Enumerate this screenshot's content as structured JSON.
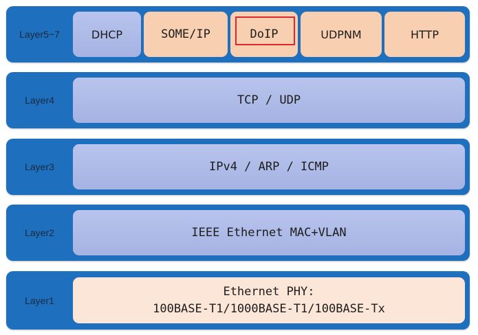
{
  "layers": [
    {
      "label": "Layer5~7",
      "protocols": [
        {
          "name": "DHCP",
          "style": "blue"
        },
        {
          "name": "SOME/IP",
          "style": "peach"
        },
        {
          "name": "DoIP",
          "style": "peach",
          "highlighted": true
        },
        {
          "name": "UDPNM",
          "style": "peach"
        },
        {
          "name": "HTTP",
          "style": "peach"
        }
      ]
    },
    {
      "label": "Layer4",
      "protocols": [
        {
          "name": "TCP / UDP",
          "style": "blue"
        }
      ]
    },
    {
      "label": "Layer3",
      "protocols": [
        {
          "name": "IPv4 / ARP / ICMP",
          "style": "blue"
        }
      ]
    },
    {
      "label": "Layer2",
      "protocols": [
        {
          "name": "IEEE Ethernet MAC+VLAN",
          "style": "blue"
        }
      ]
    },
    {
      "label": "Layer1",
      "protocols": [
        {
          "name": "Ethernet PHY:\n100BASE-T1/1000BASE-T1/100BASE-Tx",
          "style": "light-peach"
        }
      ]
    }
  ],
  "colors": {
    "band": "#1f6fbf",
    "protocol_blue": "#aab7e6",
    "protocol_peach": "#f8cfb0",
    "protocol_light_peach": "#fce6d8",
    "highlight": "#e0272b"
  }
}
